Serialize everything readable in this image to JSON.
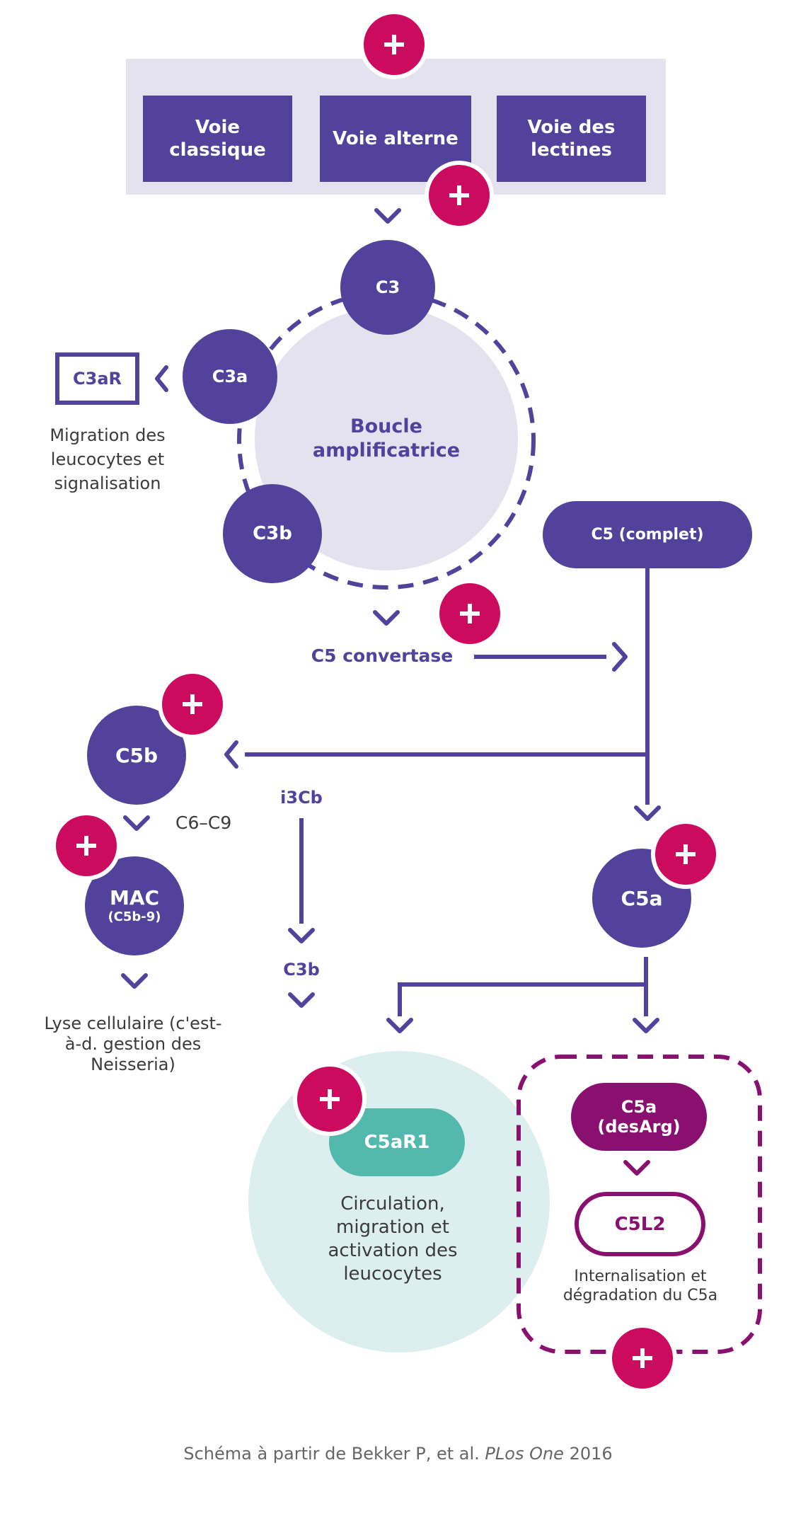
{
  "colors": {
    "primary_purple": "#52429B",
    "lavender": "#E4E2EF",
    "magenta": "#CC0A5E",
    "teal": "#52B9AC",
    "light_teal": "#DCEFEE",
    "plum": "#8A1070",
    "text_dark": "#3B3B3B",
    "caption_gray": "#666666"
  },
  "pathways": {
    "classical": "Voie classique",
    "alternative": "Voie alterne",
    "lectin": "Voie des lectines"
  },
  "amplification_loop": {
    "label": "Boucle amplificatrice",
    "c3": "C3",
    "c3a": "C3a",
    "c3b": "C3b"
  },
  "c3a_receptor": {
    "label": "C3aR",
    "effect": "Migration des leucocytes et signalisation"
  },
  "c5_convertase": "C5 convertase",
  "c5_complete": "C5 (complet)",
  "c5b_branch": {
    "c5b": "C5b",
    "c6_c9": "C6–C9",
    "mac": "MAC",
    "mac_sub": "(C5b-9)",
    "effect": "Lyse cellulaire (c'est-à-d. gestion des Neisseria)"
  },
  "i3cb_branch": {
    "i3cb": "i3Cb",
    "c3b": "C3b"
  },
  "c5a_branch": {
    "c5a": "C5a",
    "c5ar1": "C5aR1",
    "c5ar1_effect": "Circulation, migration et activation des leucocytes",
    "c5a_desarg_line1": "C5a",
    "c5a_desarg_line2": "(desArg)",
    "c5l2": "C5L2",
    "c5l2_effect": "Internalisation et dégradation du C5a"
  },
  "icons": {
    "plus": "plus-badge-icon",
    "chevron": "chevron-arrow-icon"
  },
  "caption": {
    "prefix": "Schéma à partir de Bekker P, et al.",
    "journal": "PLos One",
    "year": "2016"
  }
}
